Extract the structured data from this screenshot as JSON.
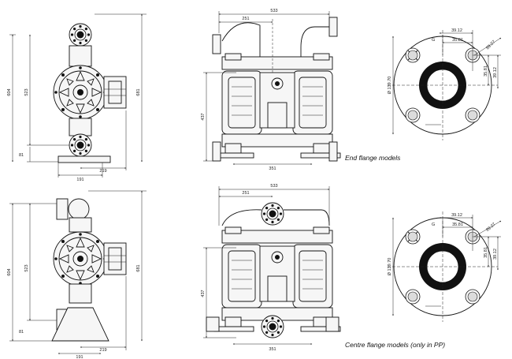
{
  "captions": {
    "end_flange": "End flange models",
    "centre_flange": "Centre flange models (only in PP)"
  },
  "side_view": {
    "height_total": "604",
    "height_mid": "523",
    "height_right": "681",
    "bottom_offset": "81",
    "base_width": "191",
    "half_width": "219"
  },
  "front_view": {
    "overall_width": "533",
    "half_width": "251",
    "height": "437",
    "base_width": "351"
  },
  "flange_view": {
    "bolt_label": "G",
    "spacing_a": "39.12",
    "spacing_b": "35.81",
    "diagonal": "89.27",
    "vertical_a": "35.81",
    "vertical_b": "39.12",
    "diameter": "Ø 139.70"
  }
}
